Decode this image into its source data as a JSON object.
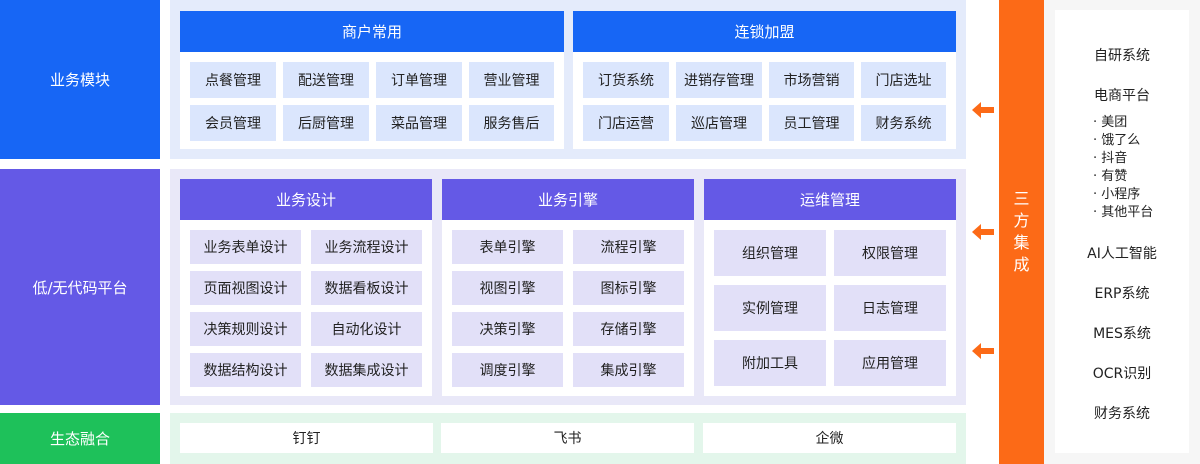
{
  "layers": {
    "business": "业务模块",
    "lowcode": "低/无代码平台",
    "ecosystem": "生态融合"
  },
  "merchant": {
    "title": "商户常用",
    "items": [
      "点餐管理",
      "配送管理",
      "订单管理",
      "营业管理",
      "会员管理",
      "后厨管理",
      "菜品管理",
      "服务售后"
    ]
  },
  "chain": {
    "title": "连锁加盟",
    "items": [
      "订货系统",
      "进销存管理",
      "市场营销",
      "门店选址",
      "门店运营",
      "巡店管理",
      "员工管理",
      "财务系统"
    ]
  },
  "design": {
    "title": "业务设计",
    "items": [
      "业务表单设计",
      "业务流程设计",
      "页面视图设计",
      "数据看板设计",
      "决策规则设计",
      "自动化设计",
      "数据结构设计",
      "数据集成设计"
    ]
  },
  "engine": {
    "title": "业务引擎",
    "items": [
      "表单引擎",
      "流程引擎",
      "视图引擎",
      "图标引擎",
      "决策引擎",
      "存储引擎",
      "调度引擎",
      "集成引擎"
    ]
  },
  "ops": {
    "title": "运维管理",
    "items": [
      "组织管理",
      "权限管理",
      "实例管理",
      "日志管理",
      "附加工具",
      "应用管理"
    ]
  },
  "eco": {
    "items": [
      "钉钉",
      "飞书",
      "企微"
    ]
  },
  "third_party": {
    "chars": [
      "三",
      "方",
      "集",
      "成"
    ]
  },
  "systems": {
    "self_dev": "自研系统",
    "ecommerce": "电商平台",
    "platforms": [
      "· 美团",
      "· 饿了么",
      "· 抖音",
      "· 有赞",
      "· 小程序",
      "· 其他平台"
    ],
    "ai": "AI人工智能",
    "erp": "ERP系统",
    "mes": "MES系统",
    "ocr": "OCR识别",
    "finance": "财务系统"
  },
  "colors": {
    "blue": "#1766f5",
    "purple": "#6459e6",
    "green": "#1ec15a",
    "orange": "#fc6a17"
  }
}
